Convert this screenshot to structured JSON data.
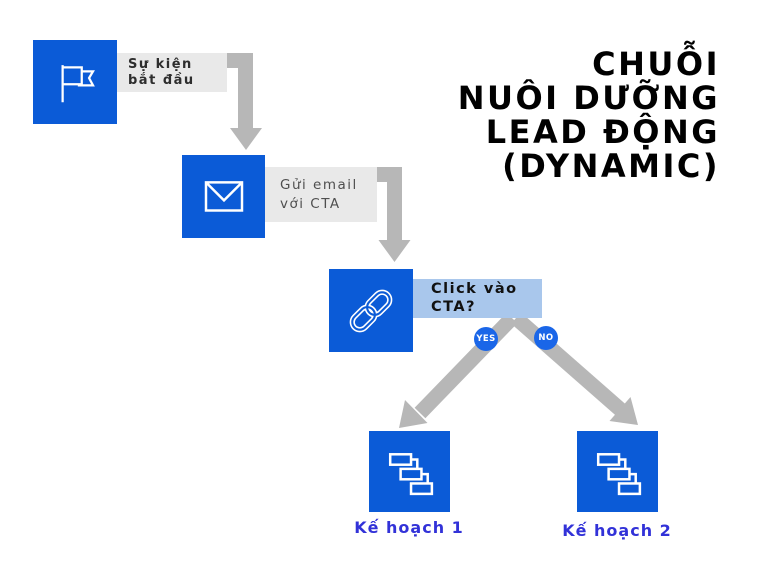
{
  "title": {
    "lines": [
      "CHUỖI",
      "NUÔI DƯỠNG",
      "LEAD ĐỘNG",
      "(DYNAMIC)"
    ]
  },
  "nodes": {
    "start": {
      "icon": "flag-icon",
      "label_line1": "Sự kiện",
      "label_line2": "bắt đầu"
    },
    "email": {
      "icon": "email-icon",
      "label_line1": "Gửi email",
      "label_line2": "với CTA"
    },
    "decision": {
      "icon": "chain-link-icon",
      "label_line1": "Click vào",
      "label_line2": "CTA?"
    },
    "plan1": {
      "icon": "plan-icon",
      "label": "Kế hoạch 1"
    },
    "plan2": {
      "icon": "plan-icon",
      "label": "Kế hoạch 2"
    }
  },
  "branches": {
    "yes_label": "YES",
    "no_label": "NO"
  },
  "colors": {
    "node_blue": "#0b5bd7",
    "badge_blue": "#1a66e8",
    "arrow_gray": "#b7b7b7",
    "strip_gray": "#e9e9e9",
    "strip_blue": "#a9c7ec",
    "plan_label_blue": "#3232d8",
    "title_color": "#000000"
  }
}
